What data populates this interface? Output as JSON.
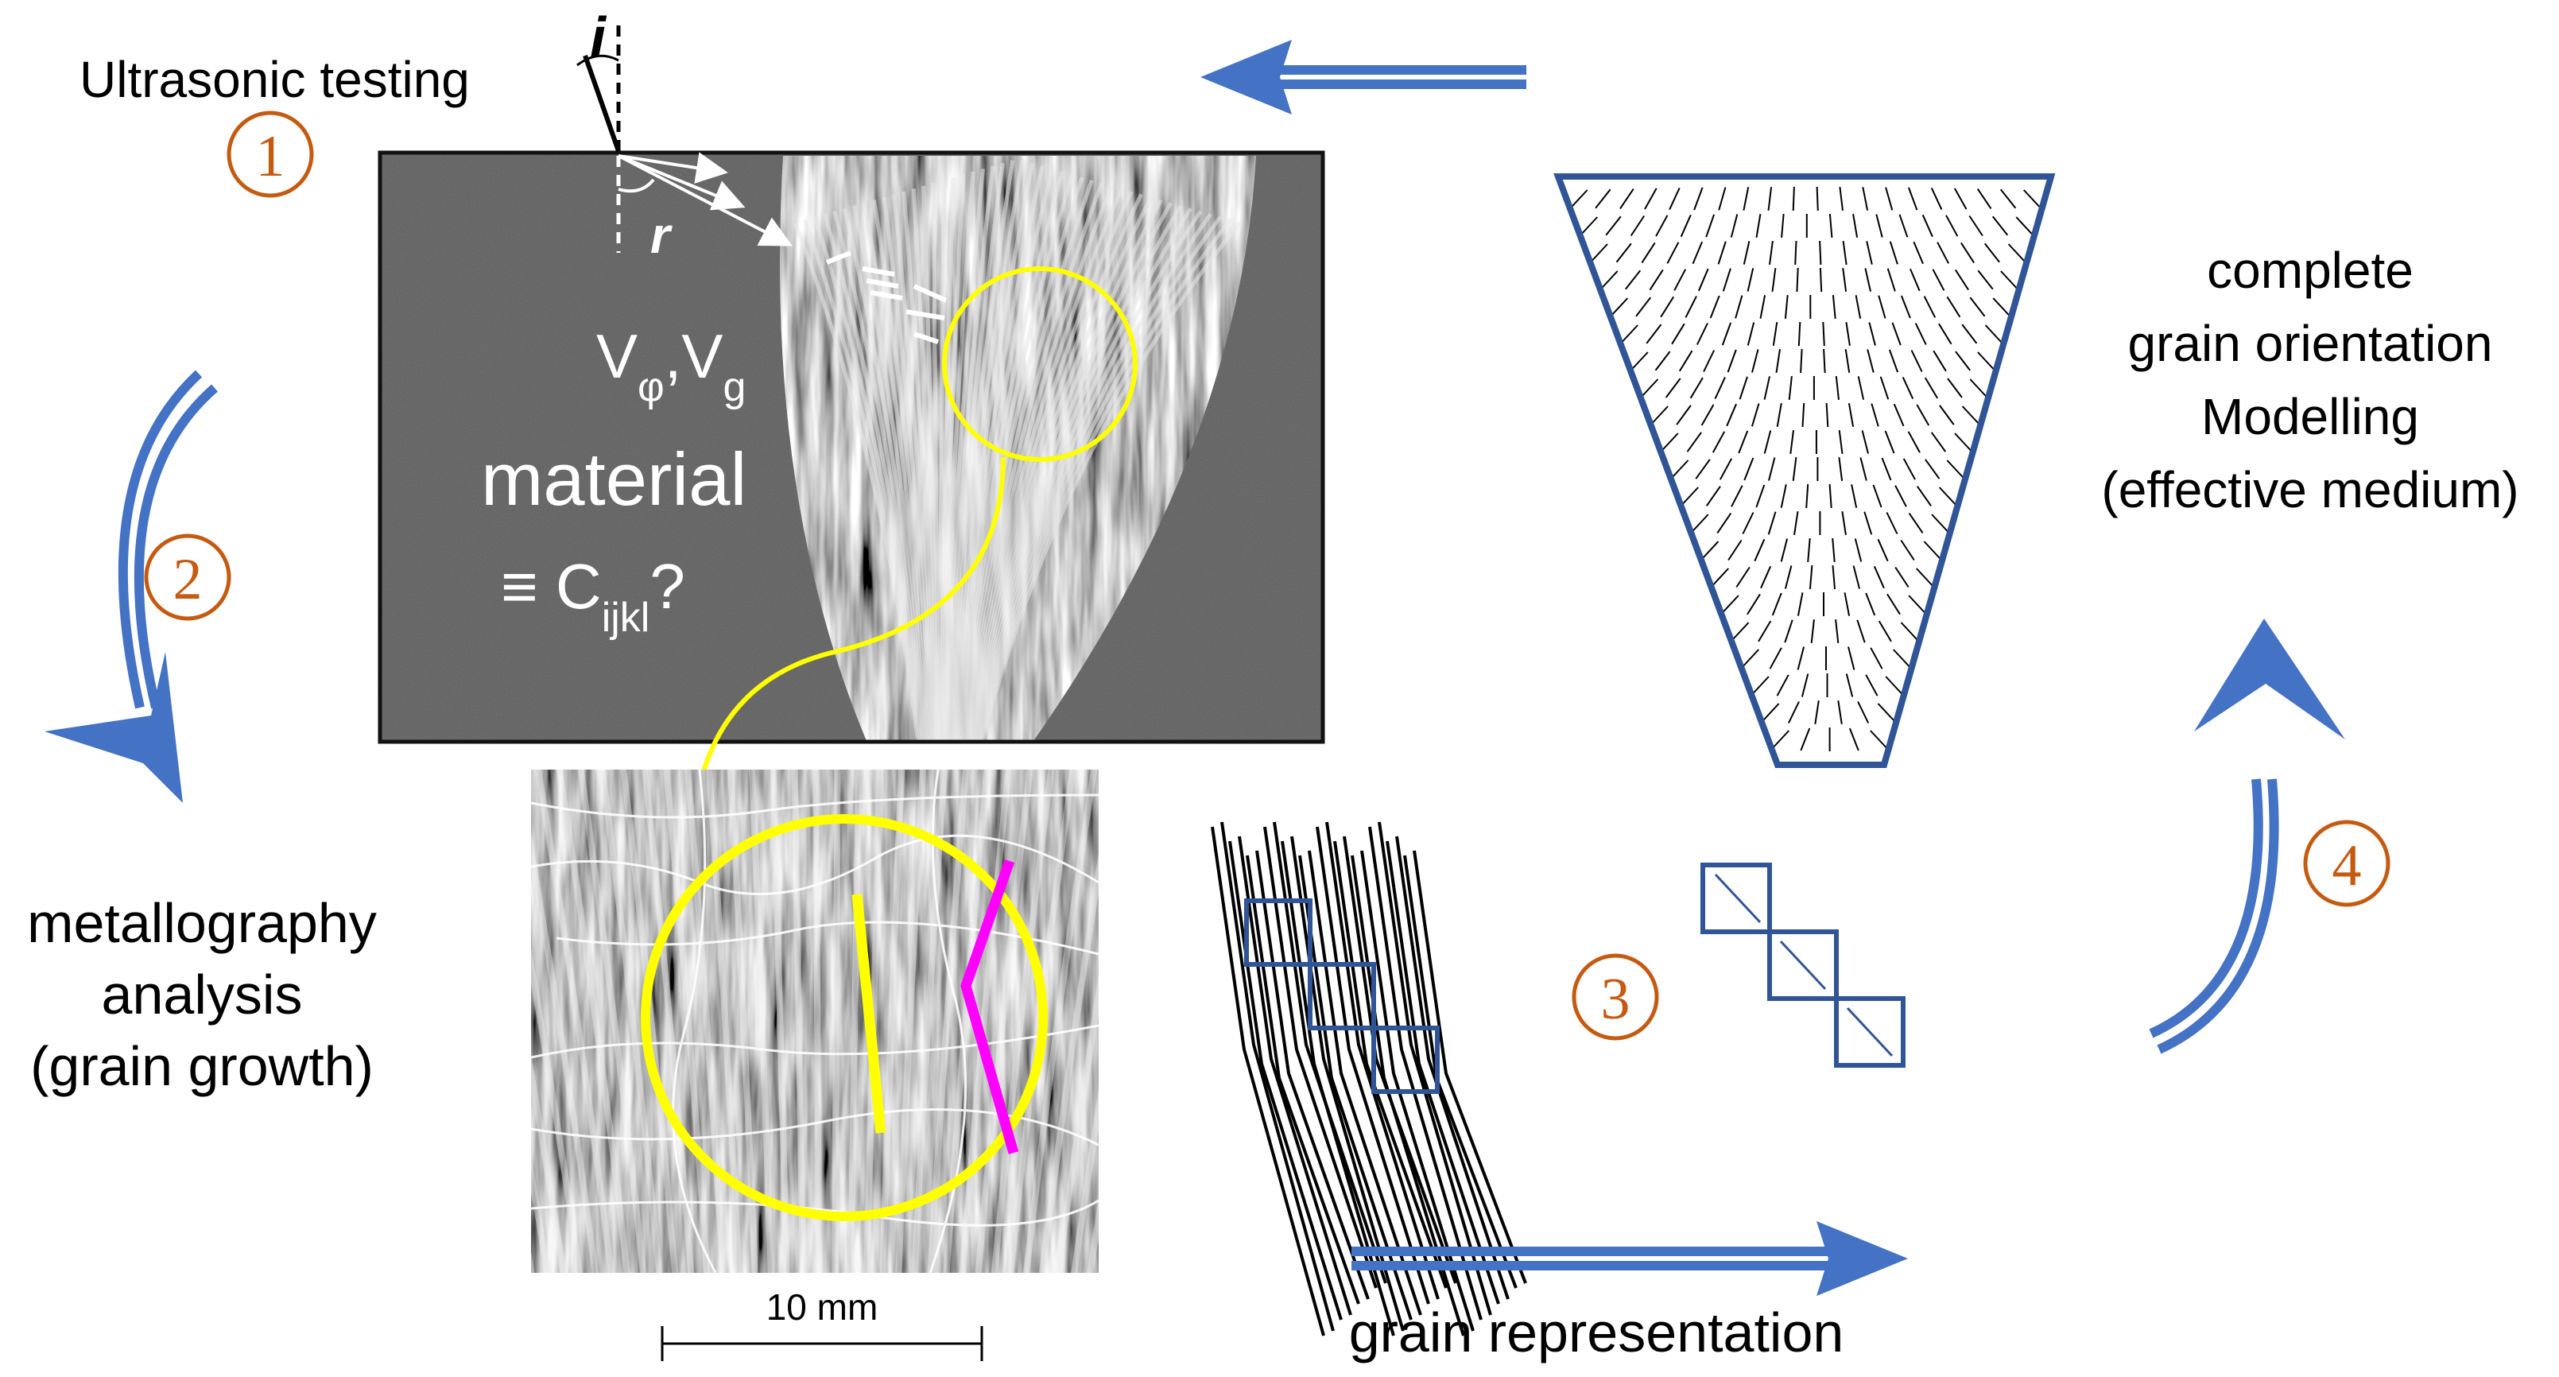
{
  "labels": {
    "ultrasonic_testing": "Ultrasonic testing",
    "incidence_symbol": "i",
    "refraction_symbol": "r",
    "velocity_phase": "V",
    "velocity_phase_sub": "φ",
    "velocity_separator": ",V",
    "velocity_group_sub": "g",
    "material": "material",
    "stiffness_prefix": "≡ C",
    "stiffness_sub": "ijkl",
    "stiffness_suffix": "?",
    "metallography_line1": "metallography",
    "metallography_line2": "analysis",
    "metallography_line3": "(grain growth)",
    "scale_bar": "10 mm",
    "grain_representation": "grain representation",
    "modelling_line1": "complete",
    "modelling_line2": "grain orientation",
    "modelling_line3": "Modelling",
    "modelling_line4": "(effective medium)"
  },
  "steps": [
    "1",
    "2",
    "3",
    "4"
  ],
  "colors": {
    "arrow_blue": "#4472c4",
    "shape_navy": "#2f5597",
    "step_orange": "#c55a11",
    "highlight_yellow": "#ffff00",
    "highlight_magenta": "#ff00ff",
    "micrograph_gray": "#555555"
  }
}
